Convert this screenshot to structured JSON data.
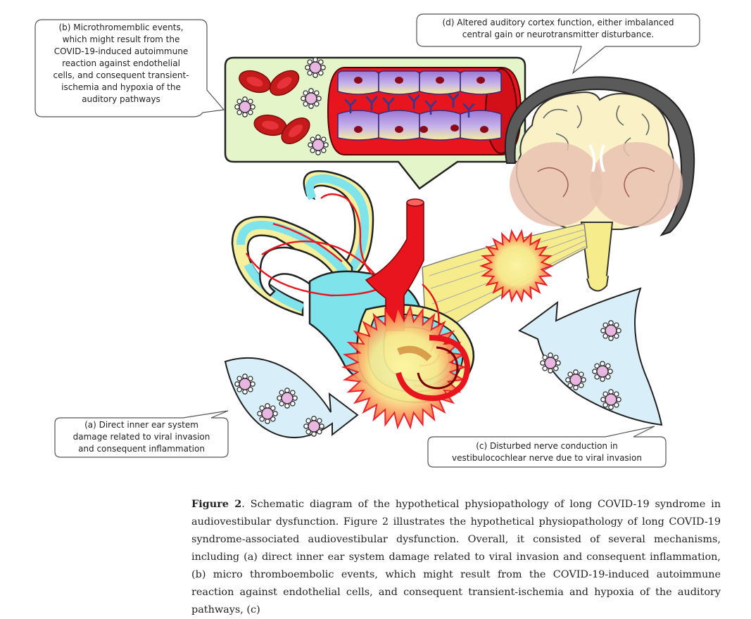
{
  "callouts": {
    "a": "(a) Direct inner ear system\ndamage related to viral invasion\nand consequent inflammation",
    "b": "(b) Microthromemblic events,\nwhich might result from the\nCOVID-19-induced autoimmune\nreaction against endothelial\ncells, and consequent transient-\nischemia and hypoxia of the\nauditory pathways",
    "c": "(c) Disturbed nerve conduction in\nvestibulocochlear nerve due to viral invasion",
    "d": "(d) Altered auditory cortex function, either imbalanced\ncentral gain or neurotransmitter disturbance."
  },
  "caption": {
    "label": "Figure 2",
    "text": ". Schematic diagram of the hypothetical physiopathology of long COVID-19 syndrome in audiovestibular dysfunction. Figure 2 illustrates the hypothetical physiopathology of long COVID-19 syndrome-associated audiovestibular dysfunction. Overall, it consisted of several mechanisms, including (a) direct inner ear system damage related to viral invasion and consequent inflammation, (b) micro thromboembolic events, which might result from the COVID-19-induced autoimmune reaction against endothelial cells, and consequent transient-ischemia and hypoxia of the auditory pathways, (c)"
  },
  "colors": {
    "endolymph": "#7fe3ec",
    "bone": "#f6ef9c",
    "artery": "#e8141e",
    "blood_cell": "#c41a1a",
    "inflammation": "#ff2a2a",
    "zoom_panel": "#e4f5c9",
    "brain_cream": "#faf2c6",
    "brain_pink": "#e9c2b2",
    "virus": "#e9b6e2",
    "cell_purple": "#a27fd8",
    "antibody": "#2c3c95"
  }
}
